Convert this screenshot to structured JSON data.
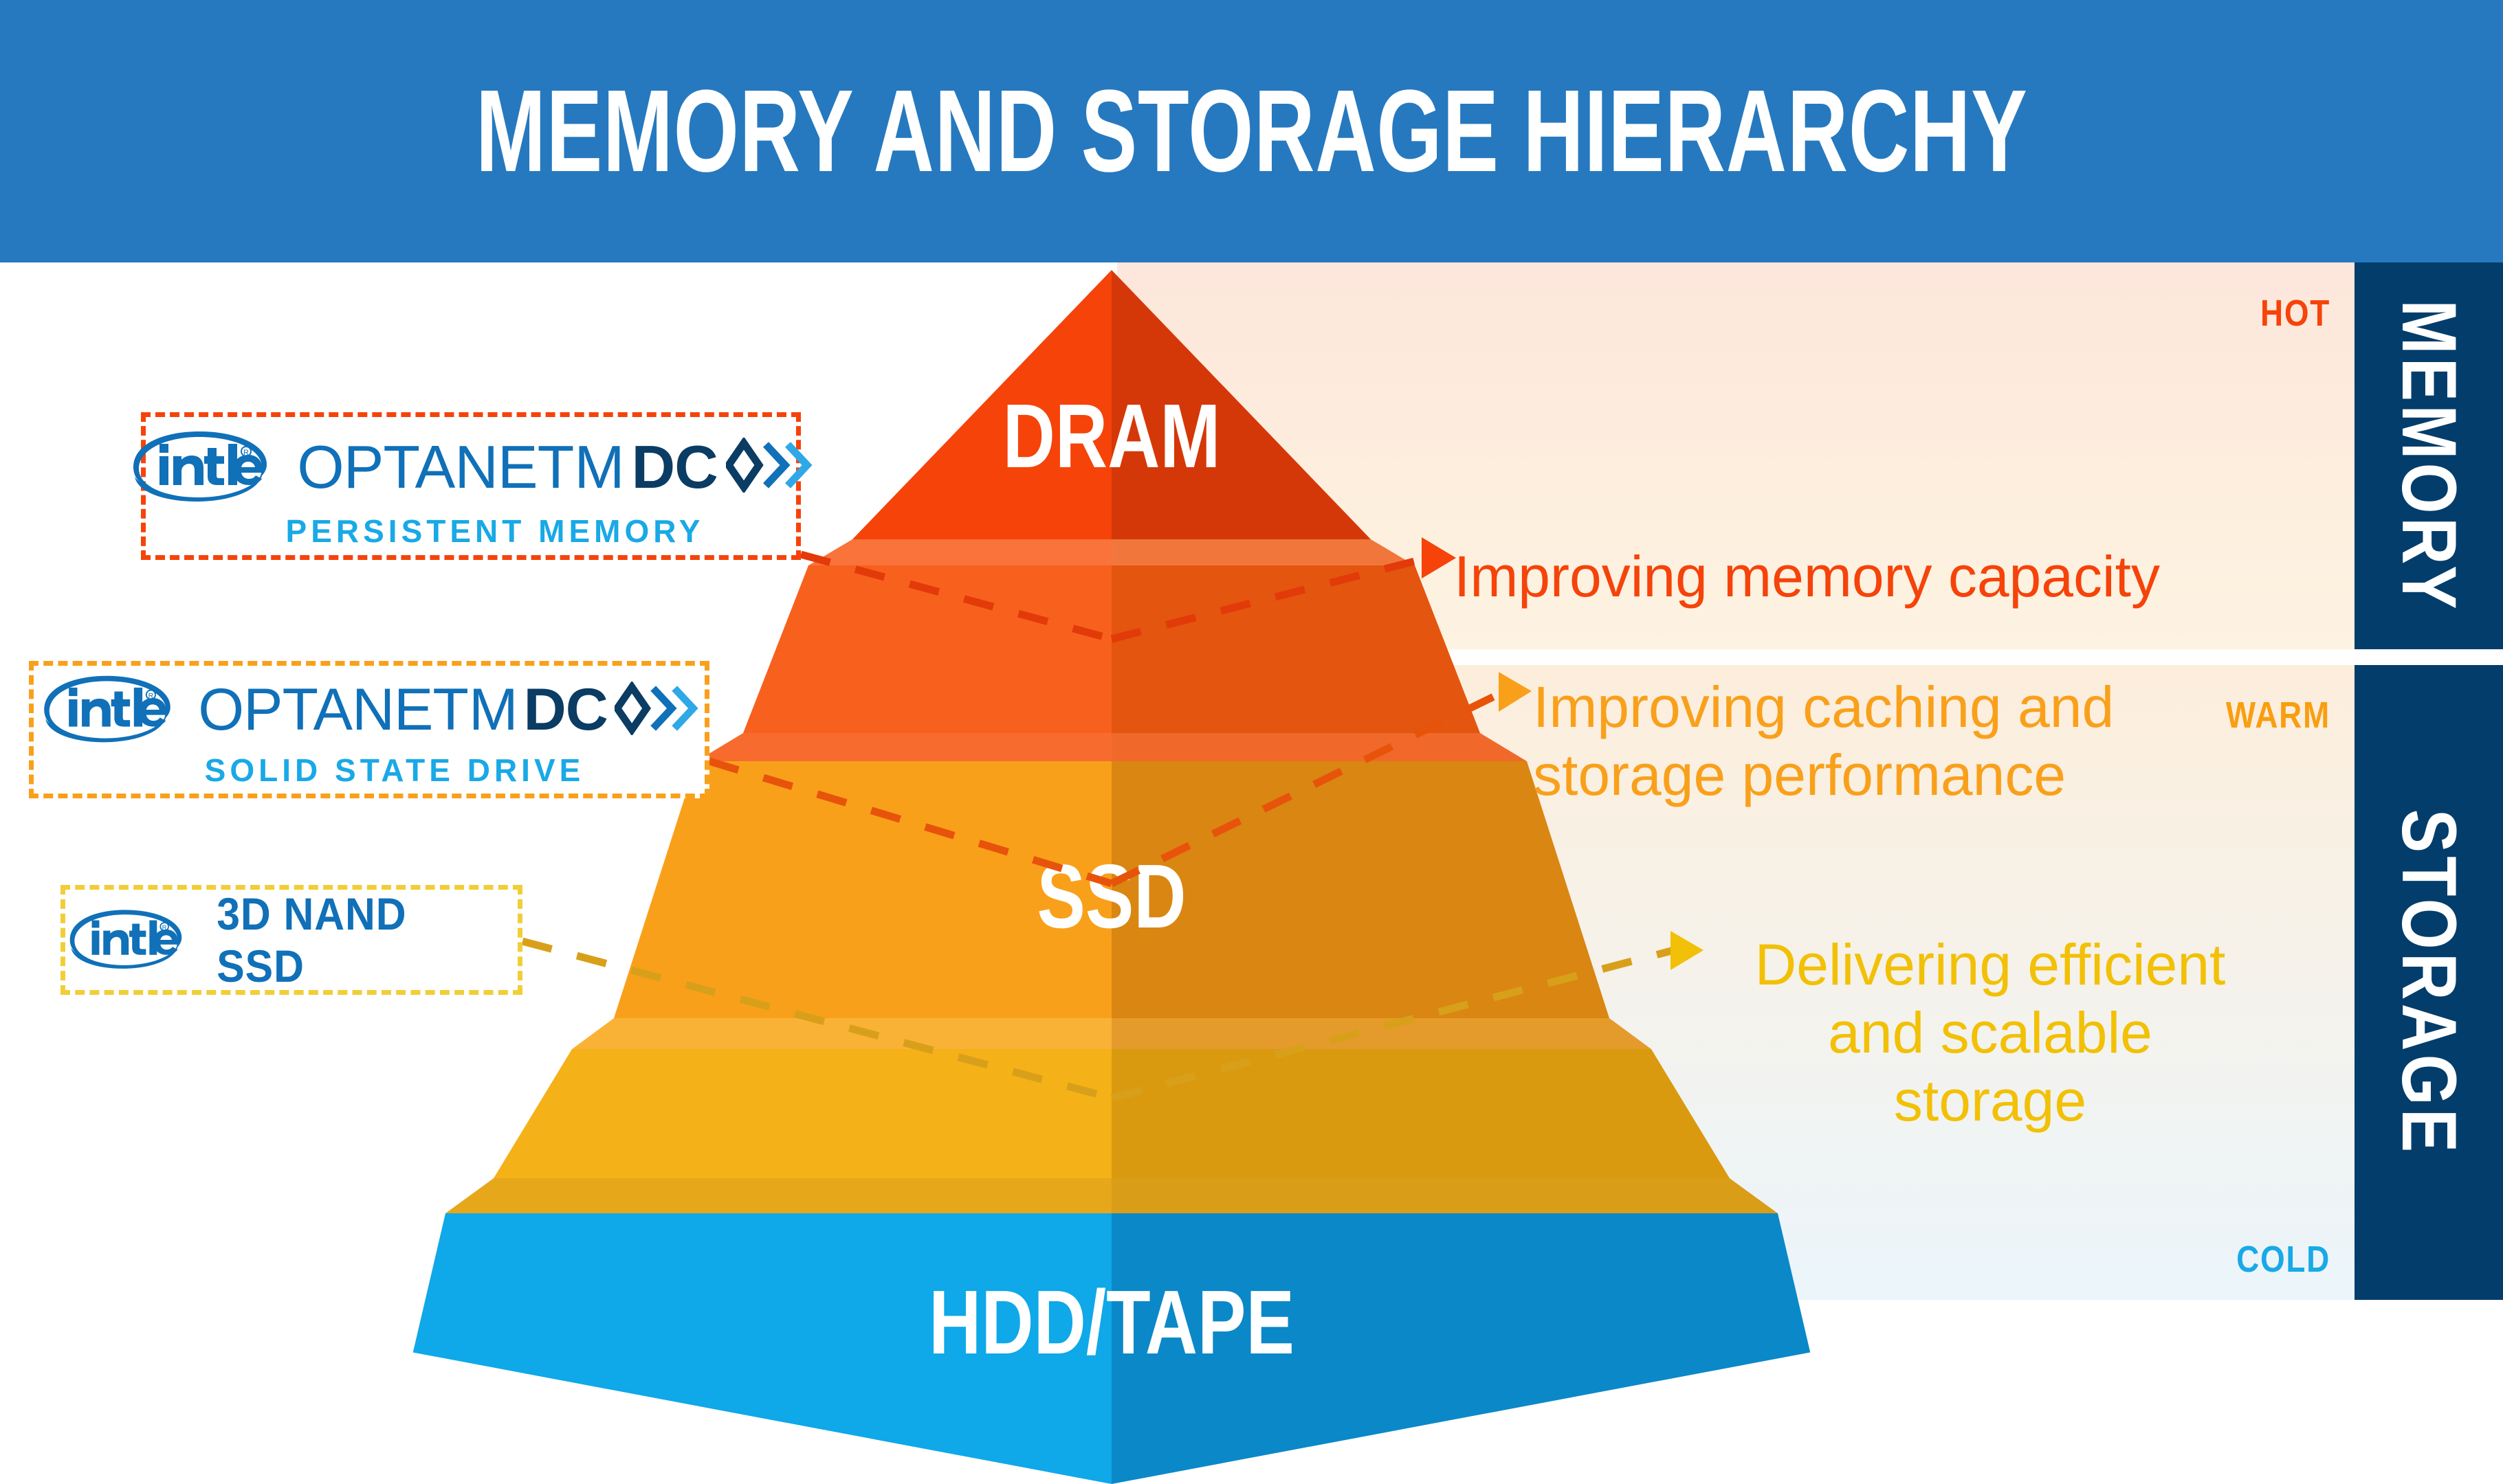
{
  "header": {
    "title": "MEMORY AND STORAGE HIERARCHY",
    "background_color": "#2679BF",
    "text_color": "#FFFFFF"
  },
  "chart_data": {
    "type": "pyramid",
    "title": "MEMORY AND STORAGE HIERARCHY",
    "orientation": "top-to-bottom",
    "tiers": [
      {
        "label": "DRAM",
        "rank": 1,
        "temperature": "HOT",
        "category": "MEMORY",
        "face_color": "#F5430A",
        "shadow_color": "#D53808",
        "top_face_color": "#F9672A"
      },
      {
        "label": "",
        "rank": 2,
        "temperature": "HOT",
        "category": "MEMORY",
        "face_color": "#F9672A",
        "shadow_color": "#E4550F",
        "top_face_color": "#F8601E"
      },
      {
        "label": "SSD",
        "rank": 3,
        "temperature": "WARM",
        "category": "STORAGE",
        "face_color": "#F9A01B",
        "shadow_color": "#DA8612",
        "top_face_color": "#FAAE2B"
      },
      {
        "label": "",
        "rank": 4,
        "temperature": "WARM",
        "category": "STORAGE",
        "face_color": "#F4B118",
        "shadow_color": "#DA9A10",
        "top_face_color": "#F8BD2E"
      },
      {
        "label": "HDD/TAPE",
        "rank": 5,
        "temperature": "COLD",
        "category": "STORAGE",
        "face_color": "#0FA8E8",
        "shadow_color": "#0B88C8",
        "top_face_color": "#18B4EF"
      }
    ],
    "temperature_scale": [
      {
        "label": "HOT",
        "color": "#F5430A"
      },
      {
        "label": "WARM",
        "color": "#F99E11"
      },
      {
        "label": "COLD",
        "color": "#19A9E6"
      }
    ],
    "categories": [
      {
        "label": "MEMORY",
        "color": "#023D6B"
      },
      {
        "label": "STORAGE",
        "color": "#023D6B"
      }
    ],
    "callouts": [
      {
        "text": "Improving memory capacity",
        "color": "#F5430A",
        "points_to": "DRAM"
      },
      {
        "text": "Improving caching and storage performance",
        "color": "#F9A01B",
        "points_to": "SSD"
      },
      {
        "text": "Delivering efficient and scalable storage",
        "color": "#F2C006",
        "points_to": "HDD/TAPE"
      }
    ],
    "product_labels": [
      {
        "brand": "intel",
        "product": "OPTANE",
        "suffix": "DC",
        "subtitle": "PERSISTENT MEMORY",
        "border_color": "#F5430A"
      },
      {
        "brand": "intel",
        "product": "OPTANE",
        "suffix": "DC",
        "subtitle": "SOLID STATE DRIVE",
        "border_color": "#F9A01B"
      },
      {
        "brand": "intel",
        "product": "3D NAND SSD",
        "suffix": "",
        "subtitle": "",
        "border_color": "#F1CE38"
      }
    ]
  },
  "pyramid": {
    "tier_dram": "DRAM",
    "tier_ssd": "SSD",
    "tier_hdd": "HDD/TAPE"
  },
  "temps": {
    "hot": "HOT",
    "warm": "WARM",
    "cold": "COLD"
  },
  "sidebars": {
    "memory": "MEMORY",
    "storage": "STORAGE"
  },
  "callouts": {
    "memory_capacity": "Improving memory capacity",
    "caching_line1": "Improving caching and",
    "caching_line2": "storage performance",
    "storage_line1": "Delivering efficient",
    "storage_line2": "and scalable",
    "storage_line3": "storage"
  },
  "logos": {
    "persistent_memory": {
      "brand": "intel",
      "word": "OPTANE",
      "tm": "TM",
      "dc": "DC",
      "subtitle": "PERSISTENT MEMORY"
    },
    "solid_state_drive": {
      "brand": "intel",
      "word": "OPTANE",
      "tm": "TM",
      "dc": "DC",
      "subtitle": "SOLID STATE DRIVE"
    },
    "nand_ssd": {
      "brand": "intel",
      "word": "3D NAND SSD"
    }
  }
}
